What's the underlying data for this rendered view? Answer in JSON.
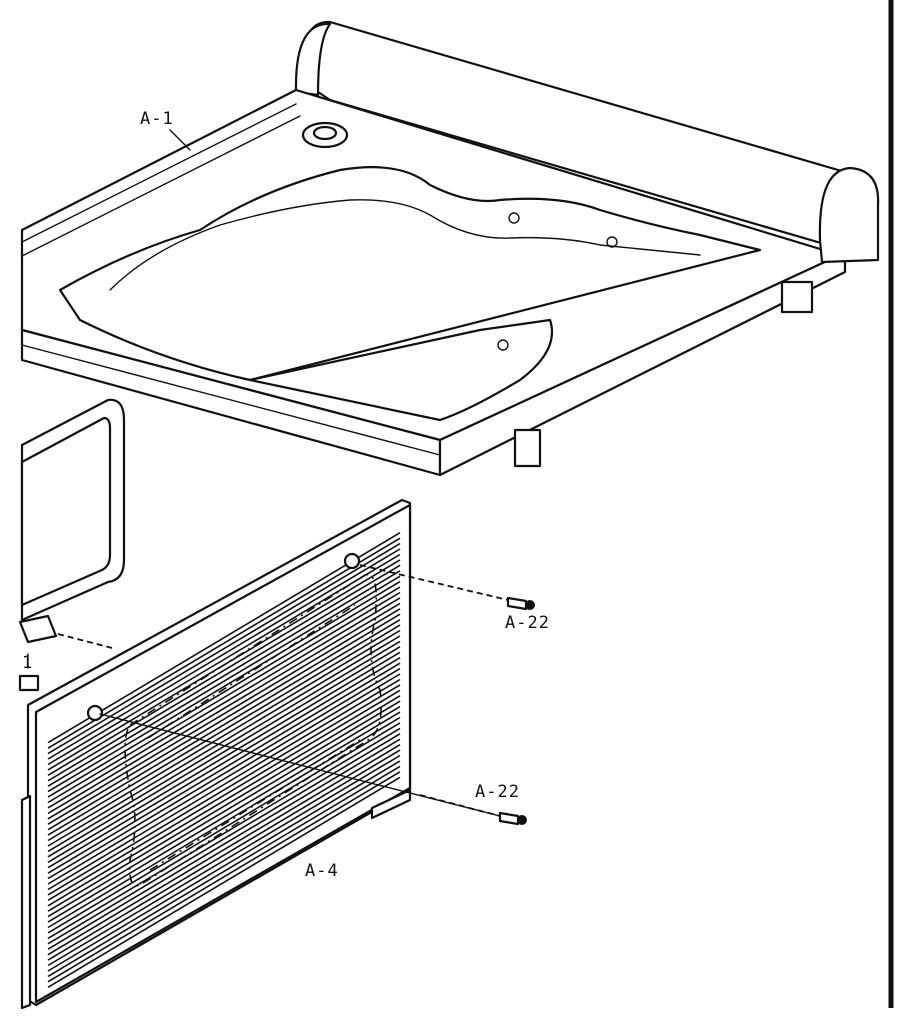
{
  "labels": {
    "tray": "A-1",
    "screw_top": "A-22",
    "screw_bottom": "A-22",
    "grille": "A-4",
    "edge_fragment": "1"
  }
}
